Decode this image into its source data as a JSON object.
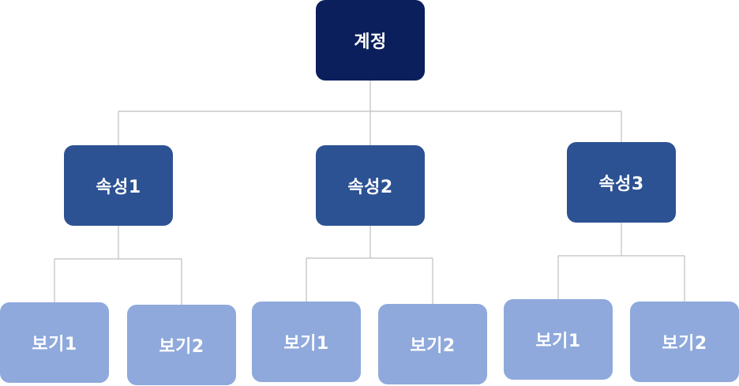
{
  "root": {
    "label": "계정"
  },
  "attributes": [
    {
      "label": "속성1",
      "views": [
        {
          "label": "보기1"
        },
        {
          "label": "보기2"
        }
      ]
    },
    {
      "label": "속성2",
      "views": [
        {
          "label": "보기1"
        },
        {
          "label": "보기2"
        }
      ]
    },
    {
      "label": "속성3",
      "views": [
        {
          "label": "보기1"
        },
        {
          "label": "보기2"
        }
      ]
    }
  ],
  "colors": {
    "root": "#0b1f5c",
    "attribute": "#2c5293",
    "view": "#8fa9dc",
    "connector": "#bfbfbf"
  }
}
